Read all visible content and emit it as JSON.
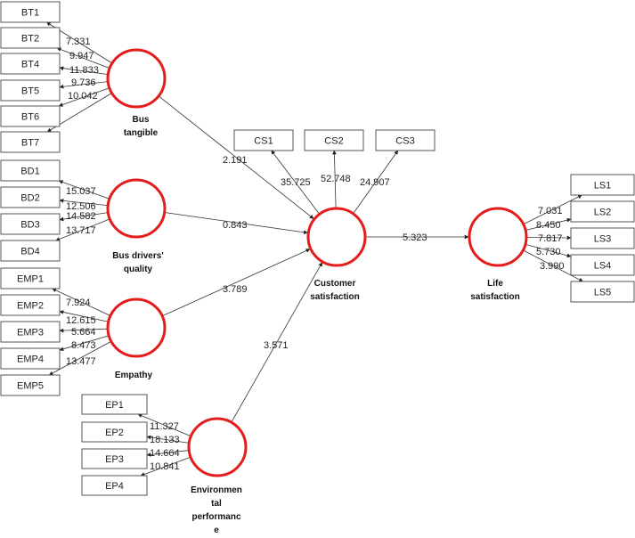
{
  "colors": {
    "latent_stroke": "#e31c1c",
    "box_stroke": "#555555",
    "line": "#333333",
    "text": "#222222"
  },
  "latents": [
    {
      "id": "bus_tangible",
      "label": [
        "Bus",
        "tangible"
      ]
    },
    {
      "id": "bus_drivers_quality",
      "label": [
        "Bus drivers'",
        "quality"
      ]
    },
    {
      "id": "empathy",
      "label": [
        "Empathy"
      ]
    },
    {
      "id": "environmental_performance",
      "label": [
        "Environmen",
        "tal",
        "performanc",
        "e"
      ]
    },
    {
      "id": "customer_satisfaction",
      "label": [
        "Customer",
        "satisfaction"
      ]
    },
    {
      "id": "life_satisfaction",
      "label": [
        "Life",
        "satisfaction"
      ]
    }
  ],
  "indicators": [
    {
      "id": "BT1",
      "label": "BT1",
      "latent": "bus_tangible",
      "weight": null
    },
    {
      "id": "BT2",
      "label": "BT2",
      "latent": "bus_tangible",
      "weight": "7.331"
    },
    {
      "id": "BT4",
      "label": "BT4",
      "latent": "bus_tangible",
      "weight": "9.947"
    },
    {
      "id": "BT5",
      "label": "BT5",
      "latent": "bus_tangible",
      "weight": "11.833"
    },
    {
      "id": "BT6",
      "label": "BT6",
      "latent": "bus_tangible",
      "weight": "9.736"
    },
    {
      "id": "BT7",
      "label": "BT7",
      "latent": "bus_tangible",
      "weight": "10.042"
    },
    {
      "id": "BD1",
      "label": "BD1",
      "latent": "bus_drivers_quality",
      "weight": "15.037"
    },
    {
      "id": "BD2",
      "label": "BD2",
      "latent": "bus_drivers_quality",
      "weight": "12.506"
    },
    {
      "id": "BD3",
      "label": "BD3",
      "latent": "bus_drivers_quality",
      "weight": "14.582"
    },
    {
      "id": "BD4",
      "label": "BD4",
      "latent": "bus_drivers_quality",
      "weight": "13.717"
    },
    {
      "id": "EMP1",
      "label": "EMP1",
      "latent": "empathy",
      "weight": "7.924"
    },
    {
      "id": "EMP2",
      "label": "EMP2",
      "latent": "empathy",
      "weight": "12.615"
    },
    {
      "id": "EMP3",
      "label": "EMP3",
      "latent": "empathy",
      "weight": "5.664"
    },
    {
      "id": "EMP4",
      "label": "EMP4",
      "latent": "empathy",
      "weight": "8.473"
    },
    {
      "id": "EMP5",
      "label": "EMP5",
      "latent": "empathy",
      "weight": "13.477"
    },
    {
      "id": "EP1",
      "label": "EP1",
      "latent": "environmental_performance",
      "weight": "11.327"
    },
    {
      "id": "EP2",
      "label": "EP2",
      "latent": "environmental_performance",
      "weight": "18.133"
    },
    {
      "id": "EP3",
      "label": "EP3",
      "latent": "environmental_performance",
      "weight": "14.664"
    },
    {
      "id": "EP4",
      "label": "EP4",
      "latent": "environmental_performance",
      "weight": "10.841"
    },
    {
      "id": "CS1",
      "label": "CS1",
      "latent": "customer_satisfaction",
      "weight": "35.725"
    },
    {
      "id": "CS2",
      "label": "CS2",
      "latent": "customer_satisfaction",
      "weight": "52.748"
    },
    {
      "id": "CS3",
      "label": "CS3",
      "latent": "customer_satisfaction",
      "weight": "24.907"
    },
    {
      "id": "LS1",
      "label": "LS1",
      "latent": "life_satisfaction",
      "weight": "7.031"
    },
    {
      "id": "LS2",
      "label": "LS2",
      "latent": "life_satisfaction",
      "weight": "8.450"
    },
    {
      "id": "LS3",
      "label": "LS3",
      "latent": "life_satisfaction",
      "weight": "7.817"
    },
    {
      "id": "LS4",
      "label": "LS4",
      "latent": "life_satisfaction",
      "weight": "5.730"
    },
    {
      "id": "LS5",
      "label": "LS5",
      "latent": "life_satisfaction",
      "weight": "3.990"
    }
  ],
  "paths": [
    {
      "from": "bus_tangible",
      "to": "customer_satisfaction",
      "value": "2.191"
    },
    {
      "from": "bus_drivers_quality",
      "to": "customer_satisfaction",
      "value": "0.843"
    },
    {
      "from": "empathy",
      "to": "customer_satisfaction",
      "value": "3.789"
    },
    {
      "from": "environmental_performance",
      "to": "customer_satisfaction",
      "value": "3.571"
    },
    {
      "from": "customer_satisfaction",
      "to": "life_satisfaction",
      "value": "5.323"
    }
  ]
}
